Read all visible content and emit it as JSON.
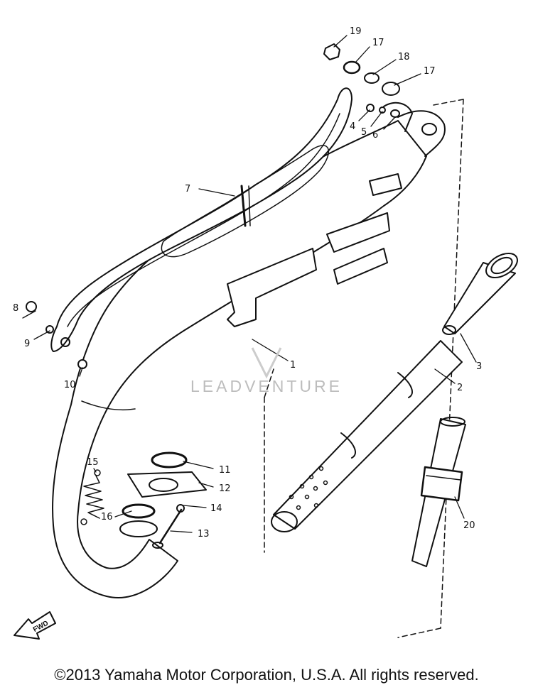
{
  "diagram": {
    "part_labels": [
      "1",
      "2",
      "3",
      "4",
      "5",
      "6",
      "7",
      "8",
      "9",
      "10",
      "11",
      "12",
      "13",
      "14",
      "15",
      "16",
      "17",
      "17",
      "18",
      "19",
      "20"
    ],
    "watermark": "LEADVENTURE",
    "direction_label": "FWD"
  },
  "footer": {
    "copyright": "©2013 Yamaha Motor Corporation, U.S.A. All rights reserved."
  }
}
